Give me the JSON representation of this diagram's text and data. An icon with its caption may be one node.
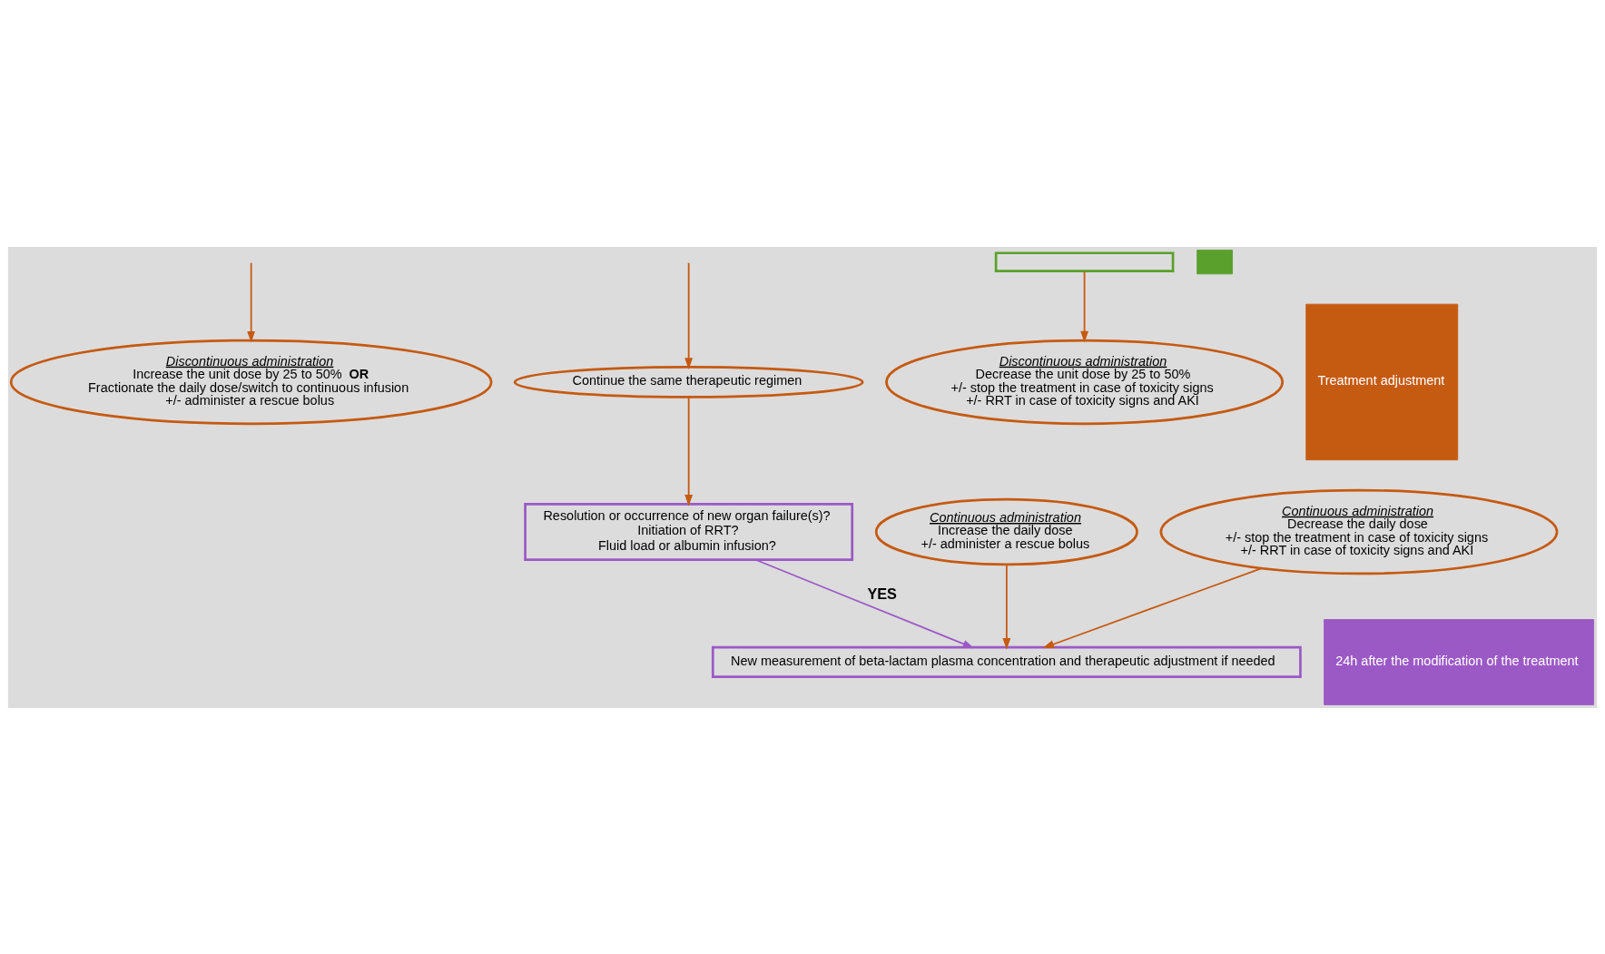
{
  "diagram": {
    "nodes": [
      {
        "text": [],
        "shape": "box"
      },
      {
        "text": [
          "Discontinuous administration",
          "Increase the unit dose by 25 to 50% **OR**",
          "Fractionate the daily dose/switch to continuous infusion",
          "+/- administer a rescue bolus"
        ]
      },
      {
        "text": [
          "Continue the same therapeutic regimen"
        ]
      },
      {
        "text": [
          "Discontinuous administration",
          "Decrease the unit dose by 25 to 50%",
          "+/- stop the treatment in case of toxicity signs",
          "+/- RRT in case of toxicity signs and AKI"
        ]
      },
      {
        "text": [
          "Continuous administration",
          "Increase the daily dose",
          "+/- administer a rescue bolus"
        ]
      },
      {
        "text": [
          "Continuous administration",
          "Decrease the daily dose",
          "+/- stop the treatment in case of toxicity signs",
          "+/- RRT in case of toxicity signs and AKI"
        ]
      },
      {
        "text": [
          "Resolution or occurrence of new organ failure(s)?",
          "Initiation of RRT?",
          "Fluid load or albumin infusion?"
        ]
      },
      {
        "text": [
          "New measurement of beta-lactam plasma concentration and therapeutic adjustment if needed"
        ]
      },
      {
        "text": [],
        "shape": "bar"
      },
      {
        "text": [
          "Treatment adjustment"
        ]
      },
      {
        "text": [
          "24h after the modification of the treatment"
        ]
      }
    ],
    "edges": [
      {
        "from": null,
        "to": 1,
        "arrow": "to"
      },
      {
        "from": null,
        "to": 2,
        "arrow": "to"
      },
      {
        "from": 0,
        "to": 3,
        "arrow": "to"
      },
      {
        "from": 2,
        "to": 6,
        "arrow": "to"
      },
      {
        "from": 4,
        "to": 7,
        "arrow": "to"
      },
      {
        "from": 6,
        "to": 7,
        "arrow": "to",
        "label": "YES",
        "color": "#9b59c6"
      },
      {
        "from": 5,
        "to": 7,
        "arrow": "to"
      }
    ]
  }
}
